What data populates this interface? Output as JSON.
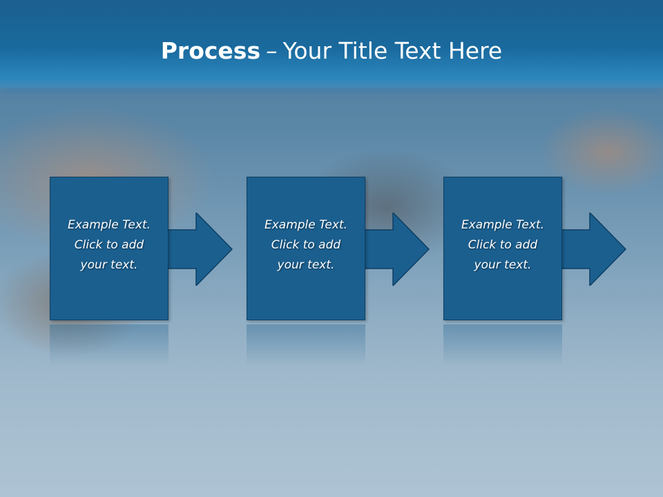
{
  "slide": {
    "title_bold": "Process",
    "title_separator": "–",
    "title_rest": "Your Title Text Here",
    "steps": [
      {
        "line1": "Example Text.",
        "line2": "Click  to add",
        "line3": "your text."
      },
      {
        "line1": "Example Text.",
        "line2": "Click  to add",
        "line3": "your text."
      },
      {
        "line1": "Example Text.",
        "line2": "Click  to add",
        "line3": "your text."
      }
    ]
  },
  "colors": {
    "header": "#1b5f8f",
    "box_fill": "#1b5f8f",
    "box_border": "#0d3f63",
    "text": "#ffffff"
  }
}
